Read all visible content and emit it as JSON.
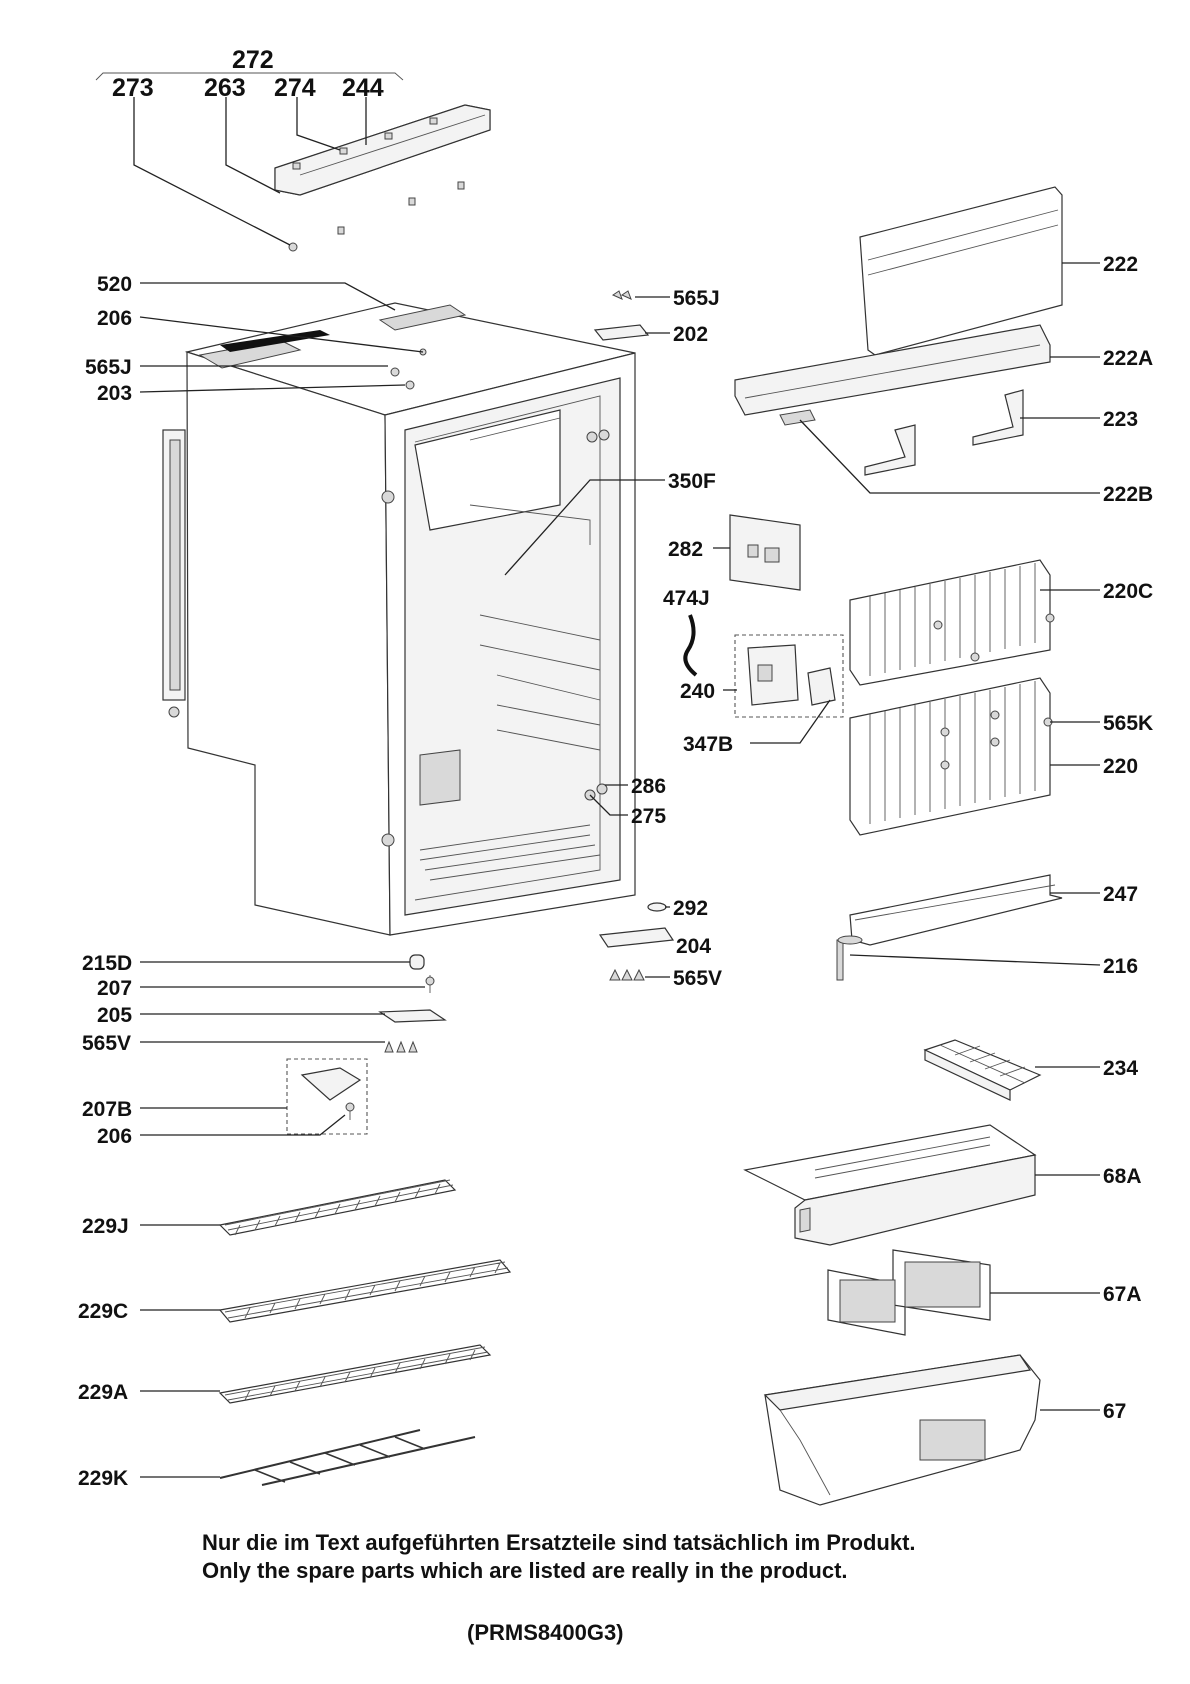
{
  "labels": {
    "l272": "272",
    "l273": "273",
    "l263": "263",
    "l274": "274",
    "l244": "244",
    "l520": "520",
    "l206a": "206",
    "l565j_left": "565J",
    "l203": "203",
    "l565j_right": "565J",
    "l202": "202",
    "l222": "222",
    "l222a": "222A",
    "l223": "223",
    "l222b": "222B",
    "l350f": "350F",
    "l282": "282",
    "l474j": "474J",
    "l240": "240",
    "l347b": "347B",
    "l220c": "220C",
    "l565k": "565K",
    "l220": "220",
    "l286": "286",
    "l275": "275",
    "l292": "292",
    "l204": "204",
    "l565v_right": "565V",
    "l247": "247",
    "l216": "216",
    "l215d": "215D",
    "l207": "207",
    "l205": "205",
    "l565v_left": "565V",
    "l207b": "207B",
    "l206b": "206",
    "l234": "234",
    "l68a": "68A",
    "l229j": "229J",
    "l67a": "67A",
    "l229c": "229C",
    "l229a": "229A",
    "l67": "67",
    "l229k": "229K"
  },
  "footer": {
    "note_de": "Nur die im Text aufgeführten Ersatzteile sind tatsächlich im Produkt.",
    "note_en": "Only the spare parts which are listed are really in the product.",
    "model": "(PRMS8400G3)"
  }
}
